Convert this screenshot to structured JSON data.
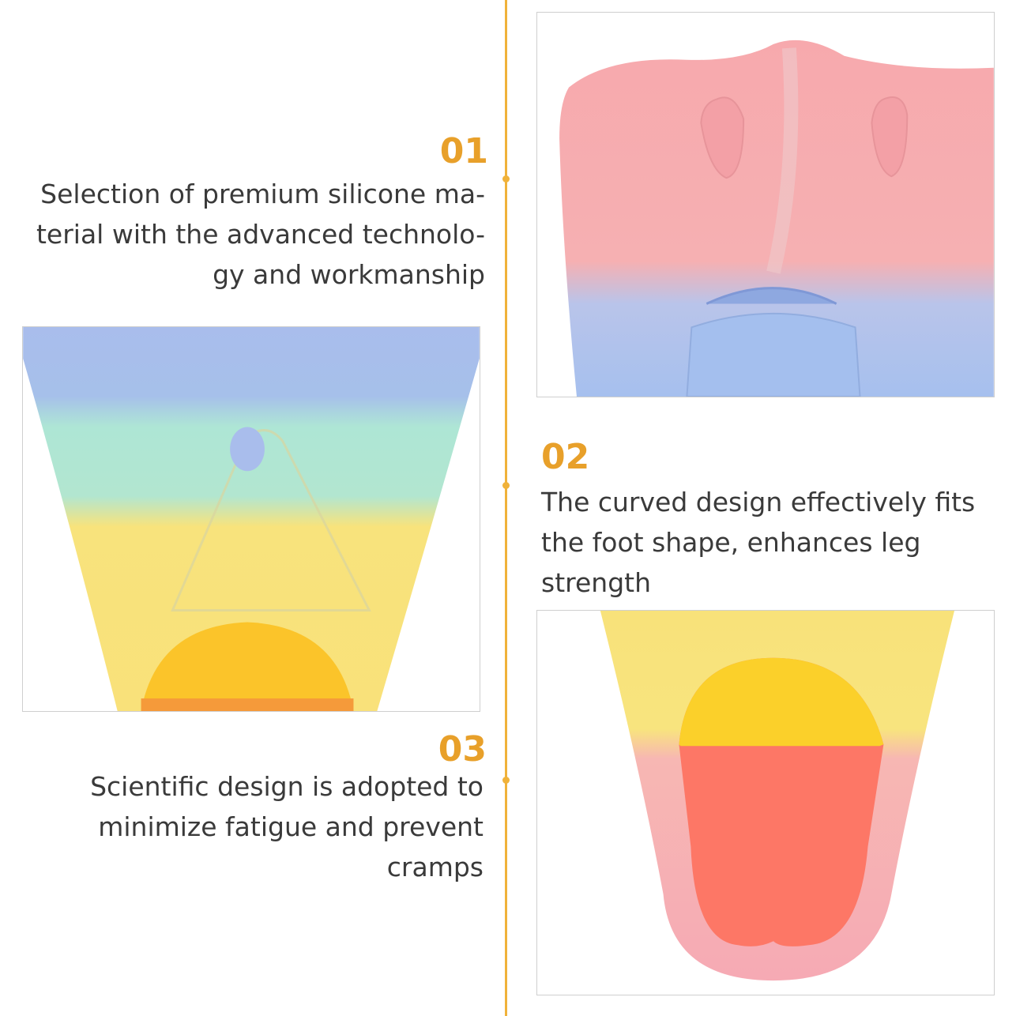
{
  "colors": {
    "accent": "#e8a02a",
    "line": "#f0b23a",
    "text": "#3a3a3a",
    "fin_pink": "#f6aeb3",
    "fin_blue": "#a8c2ec",
    "fin_mint": "#aee5d6",
    "fin_yellow": "#f9e27a",
    "fin_orange": "#fbc42a",
    "fin_coral": "#fd7766"
  },
  "features": [
    {
      "number": "01",
      "lines": [
        "Selection of premium silicone ma-",
        "terial with the advanced technolo-",
        "gy and workmanship"
      ]
    },
    {
      "number": "02",
      "lines": [
        "The curved design effectively fits",
        "the foot shape, enhances leg",
        "strength"
      ]
    },
    {
      "number": "03",
      "lines": [
        "Scientific design is adopted to",
        "minimize fatigue and prevent",
        "cramps"
      ]
    }
  ],
  "photos": [
    {
      "subject": "pink-blue-fin-top"
    },
    {
      "subject": "rainbow-fin-blade"
    },
    {
      "subject": "yellow-pink-fin-foot-pocket"
    }
  ]
}
